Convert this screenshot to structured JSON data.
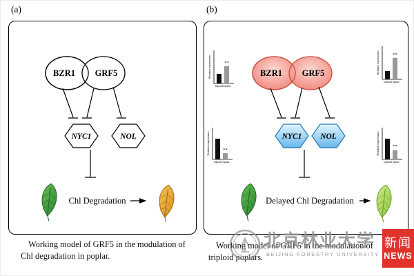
{
  "figure": {
    "panel_a": {
      "label": "(a)",
      "tf_left": "BZR1",
      "tf_right": "GRF5",
      "gene_left": "NYC1",
      "gene_right": "NOL",
      "process": "Chl Degradation",
      "caption_line1": "Working model of GRF5 in the modulation of",
      "caption_line2": "Chl degradation in poplar."
    },
    "panel_b": {
      "label": "(b)",
      "tf_left": "BZR1",
      "tf_right": "GRF5",
      "gene_left": "NYC1",
      "gene_right": "NOL",
      "process": "Delayed Chl Degradation",
      "caption_line1": "Working model of GRF5 in the modulation of",
      "caption_line2": "triploid poplars."
    }
  },
  "chart_data": [
    {
      "type": "bar",
      "gene": "BZR1",
      "ylabel": "Relative expression",
      "categories": [
        "Diploid",
        "Triploid"
      ],
      "values": [
        1.0,
        1.8
      ],
      "significance": "**",
      "sig_category": "Triploid"
    },
    {
      "type": "bar",
      "gene": "GRF5",
      "ylabel": "Relative expression",
      "categories": [
        "Diploid",
        "Triploid"
      ],
      "values": [
        1.0,
        2.6
      ],
      "significance": "**",
      "sig_category": "Triploid"
    },
    {
      "type": "bar",
      "gene": "NYC1",
      "ylabel": "Relative expression",
      "categories": [
        "Diploid",
        "Triploid"
      ],
      "values": [
        1.0,
        0.3
      ],
      "significance": "**",
      "sig_category": "Triploid"
    },
    {
      "type": "bar",
      "gene": "NOL",
      "ylabel": "Relative expression",
      "categories": [
        "Diploid",
        "Triploid"
      ],
      "values": [
        1.0,
        0.45
      ],
      "significance": "**",
      "sig_category": "Triploid"
    }
  ],
  "watermark": {
    "university_cn": "北京林业大学",
    "university_en": "BEIJING FORESTRY UNIVERSITY",
    "news_cn": "新闻",
    "news_en": "NEWS"
  },
  "colors": {
    "panel_border": "#000000",
    "tf_node_panel_a": "#ffffff",
    "tf_node_panel_b": "#ee7366",
    "gene_node_panel_b": "#8ecbf0",
    "leaf_green": "#3f9e3f",
    "leaf_senesced": "#e2a42c",
    "leaf_stay_green": "#9ed054",
    "diploid_bar": "#111111",
    "triploid_bar": "#999999",
    "news_red": "#e0332c",
    "watermark_gray": "#909090"
  }
}
